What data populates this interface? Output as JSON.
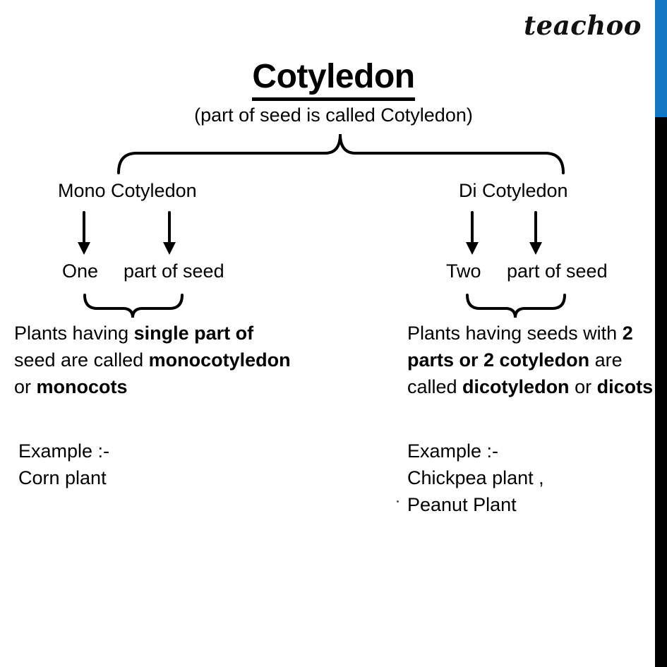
{
  "brand": {
    "name": "teachoo"
  },
  "title": {
    "text": "Cotyledon",
    "subtitle": "(part of seed is called Cotyledon)"
  },
  "branches": {
    "mono": {
      "heading": "Mono Cotyledon",
      "leaf_count": "One",
      "leaf_part": "part of seed",
      "description": {
        "seg1": "Plants having ",
        "seg2_bold": "single part of",
        "seg3": " seed are called ",
        "seg4_bold": "monocotyledon",
        "seg5": " or ",
        "seg6_bold": "monocots"
      },
      "example_label": "Example :-",
      "example_items": [
        "Corn plant"
      ]
    },
    "di": {
      "heading": "Di Cotyledon",
      "leaf_count": "Two",
      "leaf_part": "part of seed",
      "description": {
        "seg1": "Plants having seeds with ",
        "seg2_bold": "2 parts or 2 cotyledon",
        "seg3": " are called ",
        "seg4_bold": "dicotyledon",
        "seg5": " or ",
        "seg6_bold": "dicots"
      },
      "example_label": "Example :-",
      "example_items": [
        "Chickpea plant ,",
        "Peanut Plant"
      ]
    }
  },
  "colors": {
    "accent_blue": "#1378C4",
    "bar_black": "#000000",
    "text": "#000000",
    "background": "#FFFFFF"
  }
}
